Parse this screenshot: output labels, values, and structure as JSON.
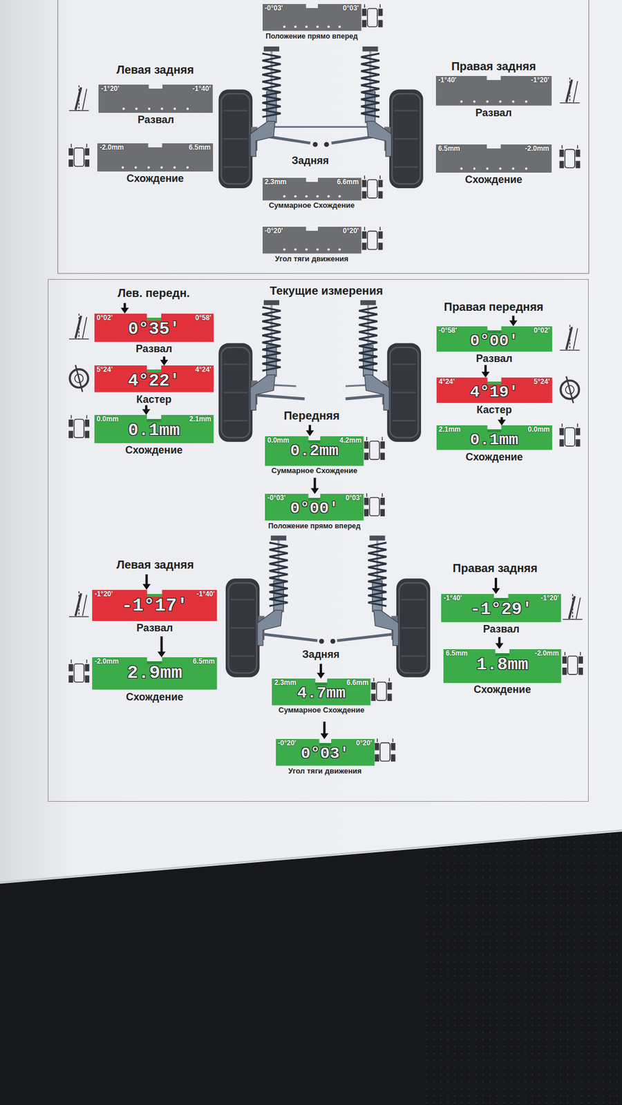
{
  "diagram": {
    "nodes": [
      {
        "text": [
          "-0°03'",
          "0°03'",
          "Положение прямо вперед"
        ]
      },
      {
        "text": [
          "-1°20'",
          "-1°40'",
          "Развал"
        ]
      },
      {
        "text": [
          "-1°40'",
          "-1°20'",
          "Развал"
        ]
      },
      {
        "text": [
          "-2.0mm",
          "6.5mm",
          "Схождение"
        ]
      },
      {
        "text": [
          "6.5mm",
          "-2.0mm",
          "Схождение"
        ]
      },
      {
        "text": [
          "2.3mm",
          "6.6mm",
          "Суммарное Схождение"
        ]
      },
      {
        "text": [
          "-0°20'",
          "0°20'",
          "Угол тяги движения"
        ]
      },
      {
        "text": [
          "Текущие измерения"
        ]
      },
      {
        "text": [
          "0°02'",
          "0°58'",
          "0°35'",
          "Развал"
        ],
        "in": 7
      },
      {
        "text": [
          "-0°58'",
          "0°02'",
          "0°00'",
          "Развал"
        ],
        "in": 7
      },
      {
        "text": [
          "5°24'",
          "4°24'",
          "4°22'",
          "Кастер"
        ],
        "in": 7
      },
      {
        "text": [
          "4°24'",
          "5°24'",
          "4°19'",
          "Кастер"
        ],
        "in": 7
      },
      {
        "text": [
          "0.0mm",
          "2.1mm",
          "0.1mm",
          "Схождение"
        ],
        "in": 7
      },
      {
        "text": [
          "2.1mm",
          "0.0mm",
          "0.1mm",
          "Схождение"
        ],
        "in": 7
      },
      {
        "text": [
          "0.0mm",
          "4.2mm",
          "0.2mm",
          "Суммарное Схождение"
        ],
        "in": 7
      },
      {
        "text": [
          "-0°03'",
          "0°03'",
          "0°00'",
          "Положение прямо вперед"
        ],
        "in": 7
      },
      {
        "text": [
          "-1°20'",
          "-1°40'",
          "-1°17'",
          "Развал"
        ],
        "in": 7
      },
      {
        "text": [
          "-1°40'",
          "-1°20'",
          "-1°29'",
          "Развал"
        ],
        "in": 7
      },
      {
        "text": [
          "-2.0mm",
          "6.5mm",
          "2.9mm",
          "Схождение"
        ],
        "in": 7
      },
      {
        "text": [
          "6.5mm",
          "-2.0mm",
          "1.8mm",
          "Схождение"
        ],
        "in": 7
      },
      {
        "text": [
          "2.3mm",
          "6.6mm",
          "4.7mm",
          "Суммарное Схождение"
        ],
        "in": 7
      },
      {
        "text": [
          "-0°20'",
          "0°20'",
          "0°03'",
          "Угол тяги движения"
        ],
        "in": 7
      }
    ],
    "labels": [
      "Левая задняя",
      "Правая задняя",
      "Задняя",
      "Лев. передн.",
      "Правая передняя",
      "Передняя",
      "Левая задняя",
      "Правая задняя",
      "Задняя"
    ]
  }
}
